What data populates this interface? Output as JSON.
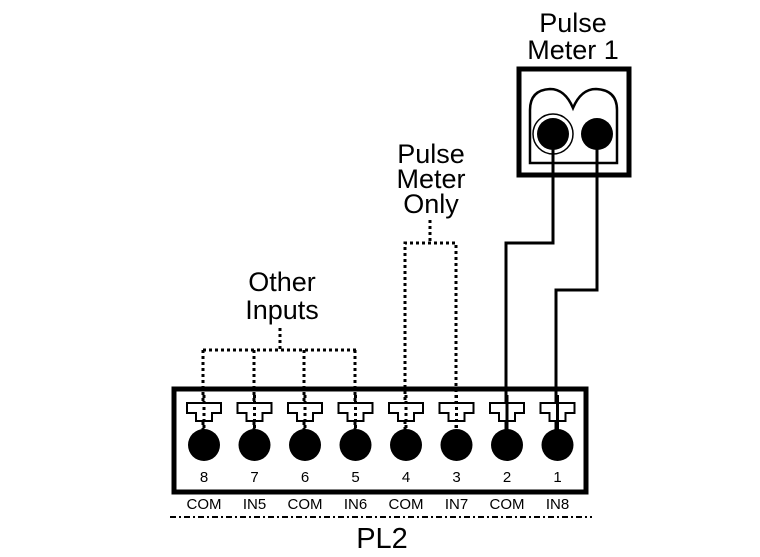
{
  "diagram": {
    "pulse_meter_label": [
      "Pulse",
      "Meter 1"
    ],
    "pulse_meter_only_label": [
      "Pulse",
      "Meter",
      "Only"
    ],
    "other_inputs_label": [
      "Other",
      "Inputs"
    ],
    "connector_label": "PL2",
    "terminals": [
      {
        "number": "8",
        "name": "COM",
        "wiring": "other-inputs"
      },
      {
        "number": "7",
        "name": "IN5",
        "wiring": "other-inputs"
      },
      {
        "number": "6",
        "name": "COM",
        "wiring": "other-inputs"
      },
      {
        "number": "5",
        "name": "IN6",
        "wiring": "other-inputs"
      },
      {
        "number": "4",
        "name": "COM",
        "wiring": "pulse-meter-only"
      },
      {
        "number": "3",
        "name": "IN7",
        "wiring": "pulse-meter-only"
      },
      {
        "number": "2",
        "name": "COM",
        "wiring": "pulse-meter-1"
      },
      {
        "number": "1",
        "name": "IN8",
        "wiring": "pulse-meter-1"
      }
    ],
    "colors": {
      "line": "#000000",
      "background": "#ffffff"
    }
  }
}
